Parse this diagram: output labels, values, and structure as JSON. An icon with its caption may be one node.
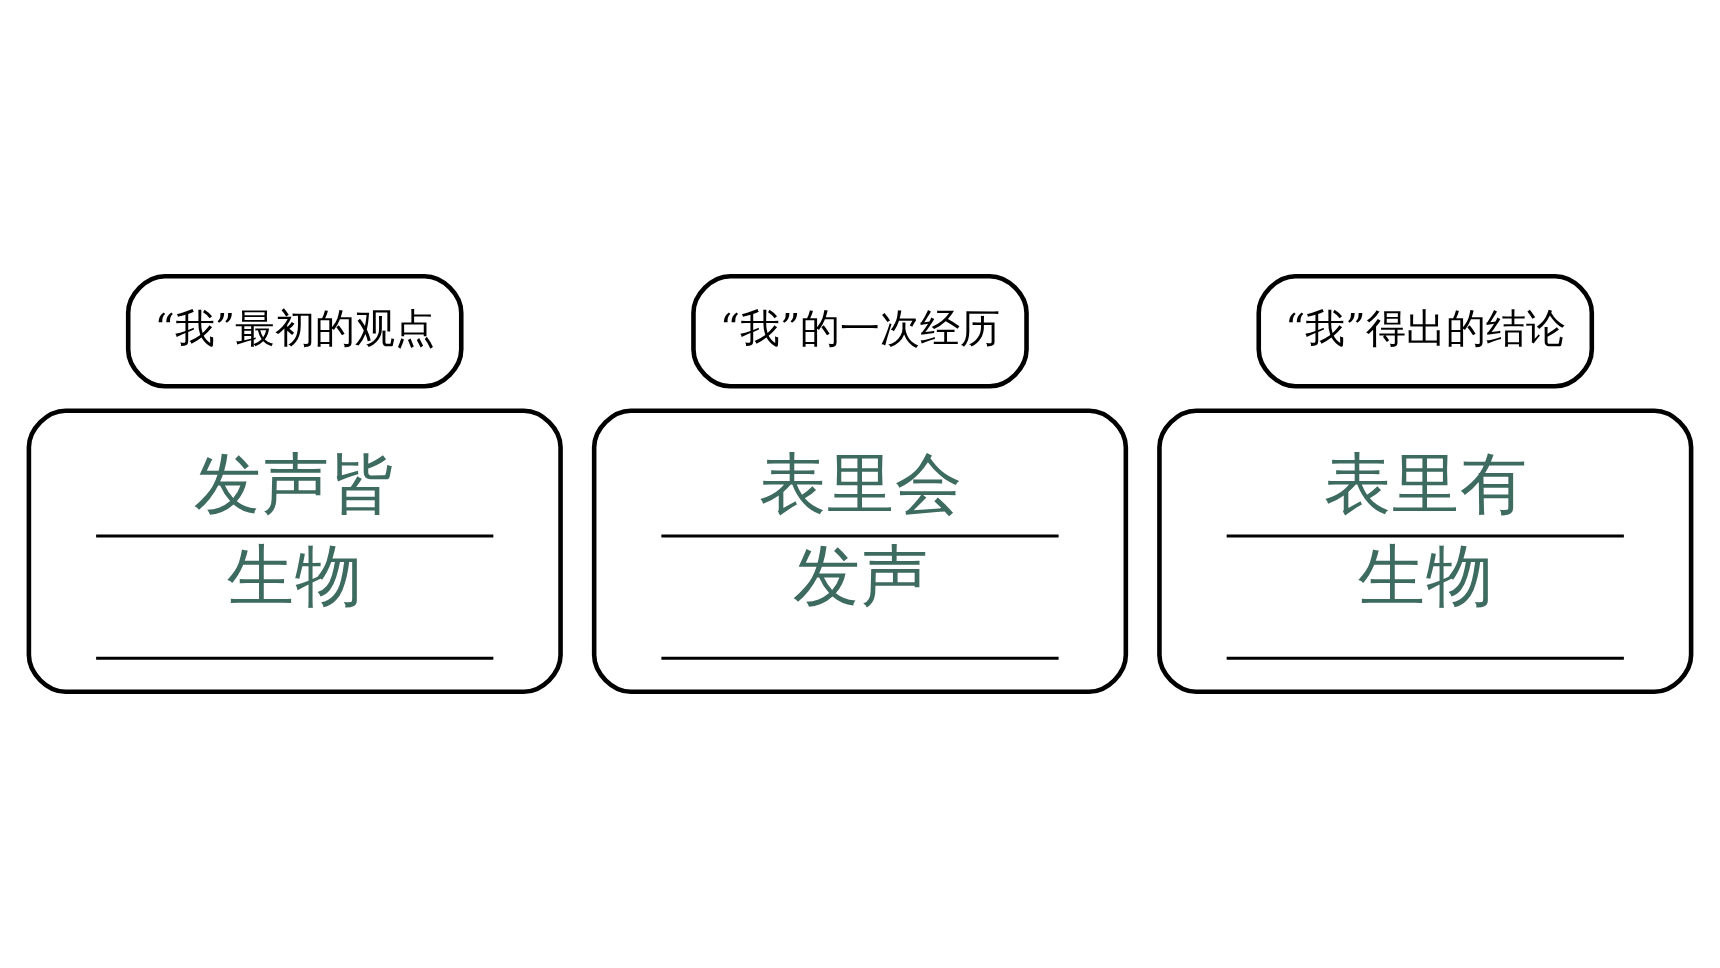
{
  "diagram": {
    "nodes": [
      {
        "text": [
          "“我”最初的观点"
        ]
      },
      {
        "text": [
          "发声皆生物"
        ]
      },
      {
        "text": [
          "“我”的一次经历"
        ]
      },
      {
        "text": [
          "表里会发声"
        ]
      },
      {
        "text": [
          "“我”得出的结论"
        ]
      },
      {
        "text": [
          "表里有生物"
        ]
      }
    ]
  }
}
